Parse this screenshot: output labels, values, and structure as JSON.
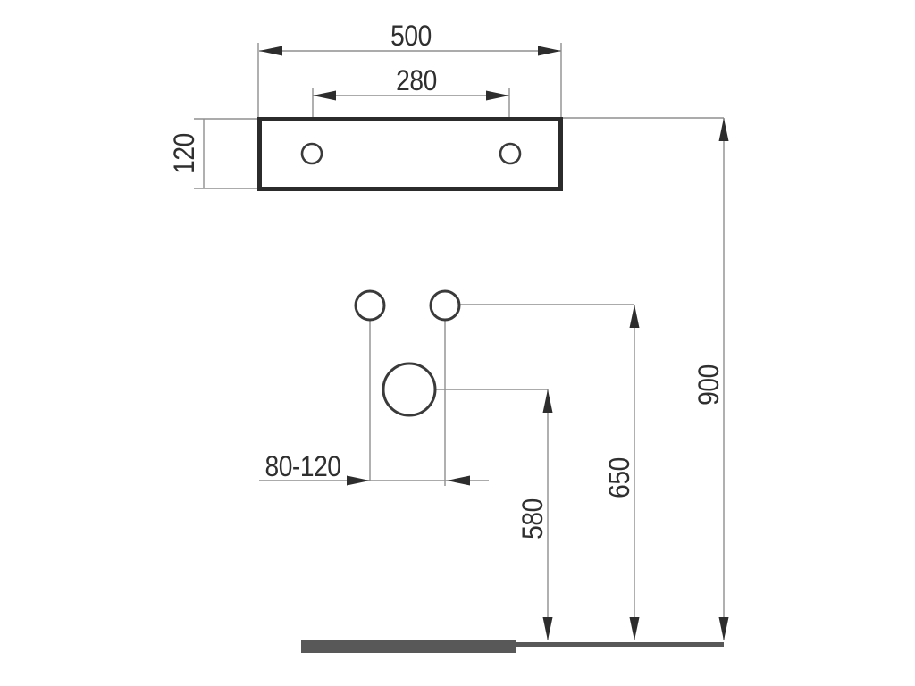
{
  "drawing": {
    "description": "technical installation dimension drawing: top-view panel with two holes, front-view with two small circles and one large circle, floor line",
    "labels": {
      "d500": "500",
      "d280": "280",
      "d120": "120",
      "d80_120": "80-120",
      "d580": "580",
      "d650": "650",
      "d900": "900"
    },
    "colors": {
      "background": "#ffffff",
      "ink": "#2f2f2f",
      "outline": "#2b2b2b",
      "thin_line": "#8f8f8f",
      "floor": "#585858"
    }
  }
}
